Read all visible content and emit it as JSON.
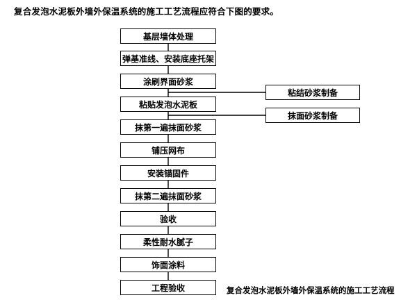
{
  "header_text": "复合发泡水泥板外墙外保温系统的施工工艺流程应符合下图的要求。",
  "steps": [
    "基层墙体处理",
    "弹基准线、安装底座托架",
    "涂刷界面砂浆",
    "粘贴发泡水泥板",
    "抹第一遍抹面砂浆",
    "铺压网布",
    "安装锚固件",
    "抹第二遍抹面砂浆",
    "验收",
    "柔性耐水腻子",
    "饰面涂料",
    "工程验收"
  ],
  "side_inputs": [
    "粘结砂浆制备",
    "抹面砂浆制备"
  ],
  "caption": "复合发泡水泥板外墙外保温系统的施工工艺流程"
}
